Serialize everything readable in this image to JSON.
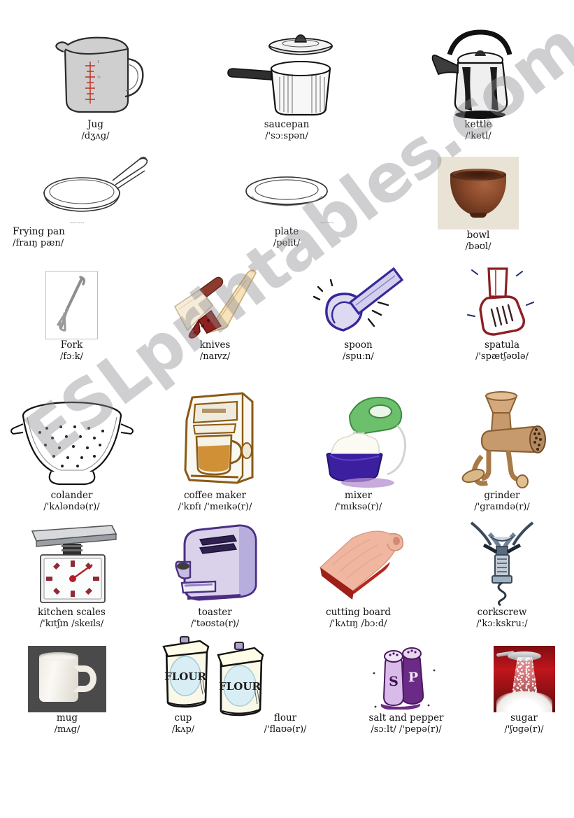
{
  "worksheet": {
    "watermark": "ESLprintables.com",
    "attribution_small": "clipart library",
    "accent_fork_border": "#cdb6d8"
  },
  "rows": [
    {
      "id": "row-1",
      "items": [
        {
          "label": "Jug",
          "ipa": "/dʒʌg/",
          "icon": "jug-icon"
        },
        {
          "label": "saucepan",
          "ipa": "/'sɔːspən/",
          "icon": "saucepan-icon"
        },
        {
          "label": "kettle",
          "ipa": "/'ketl/",
          "icon": "kettle-icon"
        }
      ]
    },
    {
      "id": "row-2",
      "items": [
        {
          "label": "Frying pan",
          "ipa": "/fraɪŋ  pæn/",
          "icon": "frying-pan-icon"
        },
        {
          "label": "plate",
          "ipa": "/pelit/",
          "icon": "plate-icon"
        },
        {
          "label": "bowl",
          "ipa": "/bəʊl/",
          "icon": "bowl-photo"
        }
      ]
    },
    {
      "id": "row-3",
      "items": [
        {
          "label": "Fork",
          "ipa": "/fɔːk/",
          "icon": "fork-icon"
        },
        {
          "label": "knives",
          "ipa": "/naɪvz/",
          "icon": "knives-icon"
        },
        {
          "label": "spoon",
          "ipa": "/spuːn/",
          "icon": "spoon-icon"
        },
        {
          "label": "spatula",
          "ipa": "/'spætʃəʊlə/",
          "icon": "spatula-icon"
        }
      ]
    },
    {
      "id": "row-4",
      "items": [
        {
          "label": "colander",
          "ipa": "/'kʌləndə(r)/",
          "icon": "colander-icon"
        },
        {
          "label": "coffee maker",
          "ipa": "/'kɒfɪ  /'meɪkə(r)/",
          "icon": "coffee-maker-icon"
        },
        {
          "label": "mixer",
          "ipa": "/'mɪksə(r)/",
          "icon": "mixer-icon"
        },
        {
          "label": "grinder",
          "ipa": "/'graɪndə(r)/",
          "icon": "grinder-icon"
        }
      ]
    },
    {
      "id": "row-5",
      "items": [
        {
          "label": "kitchen scales",
          "ipa": "/'kɪtʃɪn  /skeɪls/",
          "icon": "kitchen-scales-icon"
        },
        {
          "label": "toaster",
          "ipa": "/'təʊstə(r)/",
          "icon": "toaster-icon"
        },
        {
          "label": "cutting board",
          "ipa": "/'kʌtɪŋ  /bɔːd/",
          "icon": "cutting-board-icon"
        },
        {
          "label": "corkscrew",
          "ipa": "/'kɔːkskruː/",
          "icon": "corkscrew-icon"
        }
      ]
    },
    {
      "id": "row-6",
      "items": [
        {
          "label": "mug",
          "ipa": "/mʌg/",
          "icon": "mug-photo"
        },
        {
          "label": "cup",
          "ipa": "/kʌp/",
          "icon": "cup-icon"
        },
        {
          "label": "flour",
          "ipa": "/'flaʊə(r)/",
          "icon": "flour-icon"
        },
        {
          "label": "salt and pepper",
          "ipa": "/sɔːlt/ /'pepə(r)/",
          "icon": "salt-pepper-icon"
        },
        {
          "label": "sugar",
          "ipa": "/'ʃʊgə(r)/",
          "icon": "sugar-photo"
        }
      ]
    }
  ],
  "labels_on_art": {
    "flour_canister": "FLOUR",
    "salt_shaker": "S",
    "pepper_shaker": "P"
  }
}
